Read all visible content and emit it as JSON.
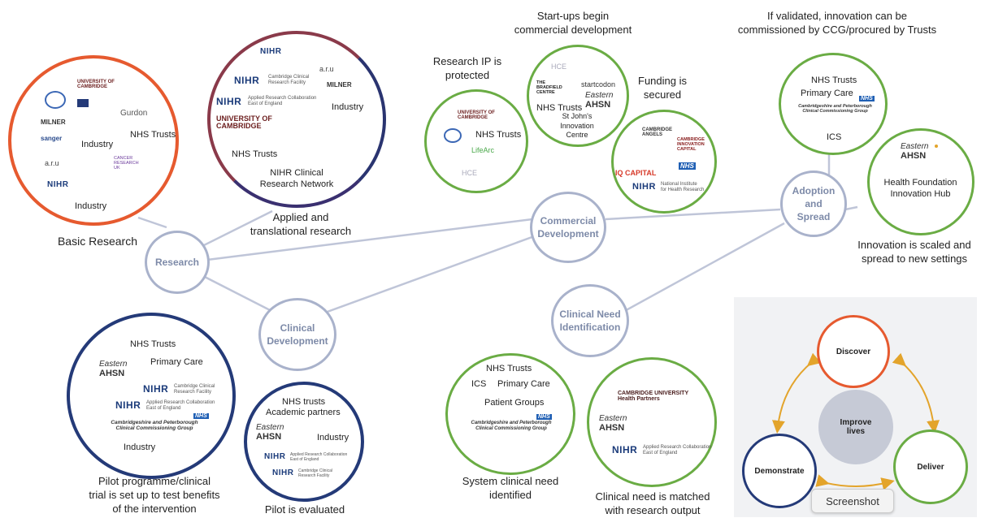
{
  "colors": {
    "orange": "#e65a2f",
    "navy": "#243a78",
    "green": "#6aac44",
    "stage": "#a9b2cb",
    "stage_text": "#7d8aa8",
    "gold": "#e3a42b"
  },
  "stages": {
    "research": "Research",
    "clinical_development": "Clinical\nDevelopment",
    "commercial_development": "Commercial\nDevelopment",
    "clinical_need": "Clinical Need\nIdentification",
    "adoption": "Adoption\nand\nSpread"
  },
  "labels": {
    "basic_research": "Basic Research",
    "applied": "Applied and\ntranslational research",
    "research_ip": "Research IP is\nprotected",
    "startups": "Start-ups begin\ncommercial development",
    "funding": "Funding is\nsecured",
    "validated": "If validated, innovation can be\ncommissioned by CCG/procured by Trusts",
    "scaled": "Innovation is scaled and\nspread to new settings",
    "pilot_programme": "Pilot programme/clinical\ntrial is set up to test benefits\nof the intervention",
    "pilot_evaluated": "Pilot is evaluated",
    "system_need": "System clinical need\nidentified",
    "need_matched": "Clinical need is matched\nwith research output"
  },
  "basic": {
    "cambridge": "UNIVERSITY OF\nCAMBRIDGE",
    "gurdon": "Gurdon",
    "milner": "MILNER",
    "nhs_trusts": "NHS Trusts",
    "sanger": "sanger",
    "industry": "Industry",
    "aru": "a.r.u",
    "cancer": "CANCER\nRESEARCH\nUK",
    "nihr": "NIHR",
    "industry2": "Industry"
  },
  "applied": {
    "nihr1": "NIHR",
    "aru": "a.r.u",
    "nihr2": "NIHR",
    "nihr2_sub": "Cambridge Clinical\nResearch Facility",
    "milner": "MILNER",
    "nihr3": "NIHR",
    "nihr3_sub": "Applied Research Collaboration\nEast of England",
    "industry": "Industry",
    "cambridge": "UNIVERSITY OF\nCAMBRIDGE",
    "nhs_trusts": "NHS Trusts",
    "network": "NIHR Clinical\nResearch Network"
  },
  "ip": {
    "cambridge": "UNIVERSITY OF\nCAMBRIDGE",
    "nhs_trusts": "NHS Trusts",
    "lifearc": "LifeArc",
    "hee": "HCE"
  },
  "startup": {
    "hee": "HCE",
    "bradfield": "THE\nBRADFIELD\nCENTRE",
    "startcodon": "startcodon",
    "nhs_trusts": "NHS Trusts",
    "eastern": "Eastern",
    "ahsn": "AHSN",
    "st_johns": "St John's\nInnovation\nCentre"
  },
  "funding": {
    "angels": "CAMBRIDGE\nANGELS",
    "innovation_capital": "CAMBRIDGE\nINNOVATION\nCAPITAL",
    "iq_capital": "IQ CAPITAL",
    "nhs": "NHS",
    "nihr": "NIHR",
    "nihr_sub": "National Institute\nfor Health Research"
  },
  "validated_circle": {
    "nhs_trusts": "NHS Trusts",
    "primary_care": "Primary Care",
    "nhs": "NHS",
    "ccg": "Cambridgeshire and Peterborough\nClinical Commissioning Group",
    "ics": "ICS"
  },
  "hub": {
    "eastern": "Eastern",
    "ahsn": "AHSN",
    "name": "Health Foundation\nInnovation Hub"
  },
  "pilot": {
    "nhs_trusts": "NHS Trusts",
    "eastern": "Eastern",
    "ahsn": "AHSN",
    "primary_care": "Primary Care",
    "nihr1": "NIHR",
    "nihr1_sub": "Cambridge Clinical\nResearch Facility",
    "nihr2": "NIHR",
    "nihr2_sub": "Applied Research Collaboration\nEast of England",
    "nhs": "NHS",
    "ccg": "Cambridgeshire and Peterborough\nClinical Commissioning Group",
    "industry": "Industry"
  },
  "evaluated": {
    "nhs_trusts": "NHS trusts",
    "academic": "Academic partners",
    "eastern": "Eastern",
    "ahsn": "AHSN",
    "industry": "Industry",
    "nihr1": "NIHR",
    "nihr1_sub": "Applied Research Collaboration\nEast of England",
    "nihr2": "NIHR",
    "nihr2_sub": "Cambridge Clinical\nResearch Facility"
  },
  "system": {
    "nhs_trusts": "NHS Trusts",
    "ics": "ICS",
    "primary_care": "Primary Care",
    "patient_groups": "Patient Groups",
    "nhs": "NHS",
    "ccg": "Cambridgeshire and Peterborough\nClinical Commissioning Group"
  },
  "matched": {
    "chp": "CAMBRIDGE UNIVERSITY\nHealth Partners",
    "eastern": "Eastern",
    "ahsn": "AHSN",
    "nihr": "NIHR",
    "nihr_sub": "Applied Research Collaboration\nEast of England"
  },
  "mini_cycle": {
    "discover": "Discover",
    "improve": "Improve\nlives",
    "demonstrate": "Demonstrate",
    "deliver": "Deliver"
  },
  "tooltip": "Screenshot"
}
